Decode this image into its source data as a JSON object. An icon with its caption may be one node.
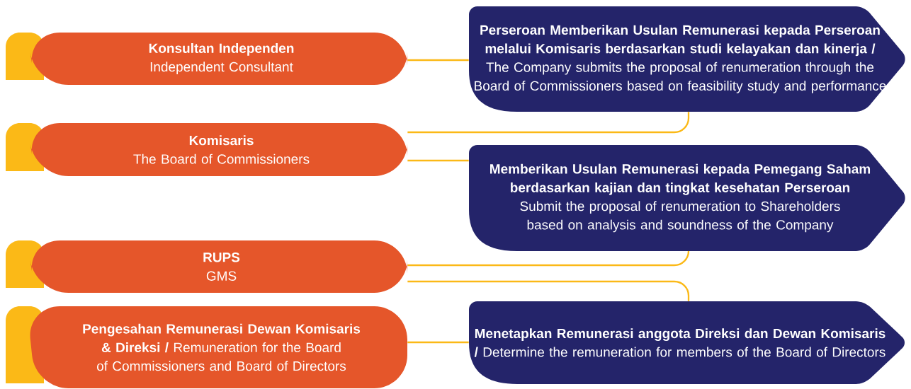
{
  "diagram": {
    "nodes": [
      {
        "text": [
          "Konsultan Independen",
          "Independent Consultant"
        ]
      },
      {
        "text": [
          "Komisaris",
          "The Board of Commissioners"
        ]
      },
      {
        "text": [
          "RUPS",
          "GMS"
        ]
      },
      {
        "text": [
          "**Pengesahan Remunerasi Dewan Komisaris & Direksi /** Remuneration for the Board of Commissioners and Board of Directors"
        ]
      },
      {
        "text": [
          "**Perseroan Memberikan Usulan Remunerasi kepada Perseroan melalui Komisaris berdasarkan studi kelayakan dan kinerja /** The Company submits the proposal of renumeration through the Board of Commissioners based on feasibility study and performance"
        ]
      },
      {
        "text": [
          "Memberikan Usulan Remunerasi kepada Pemegang Saham berdasarkan kajian dan tingkat kesehatan Perseroan",
          "Submit the proposal of renumeration to Shareholders based on analysis and soundness of the Company"
        ]
      },
      {
        "text": [
          "**Menetapkan Remunerasi anggota Direksi dan Dewan Komisaris /** Determine the remuneration for members of the Board of Directors"
        ]
      }
    ],
    "edges": [
      {
        "from": 0,
        "to": 4,
        "arrow": "none"
      },
      {
        "from": 4,
        "to": 1,
        "arrow": "none"
      },
      {
        "from": 1,
        "to": 5,
        "arrow": "none"
      },
      {
        "from": 5,
        "to": 2,
        "arrow": "none"
      },
      {
        "from": 2,
        "to": 6,
        "arrow": "none"
      },
      {
        "from": 3,
        "to": 6,
        "arrow": "none"
      }
    ]
  }
}
